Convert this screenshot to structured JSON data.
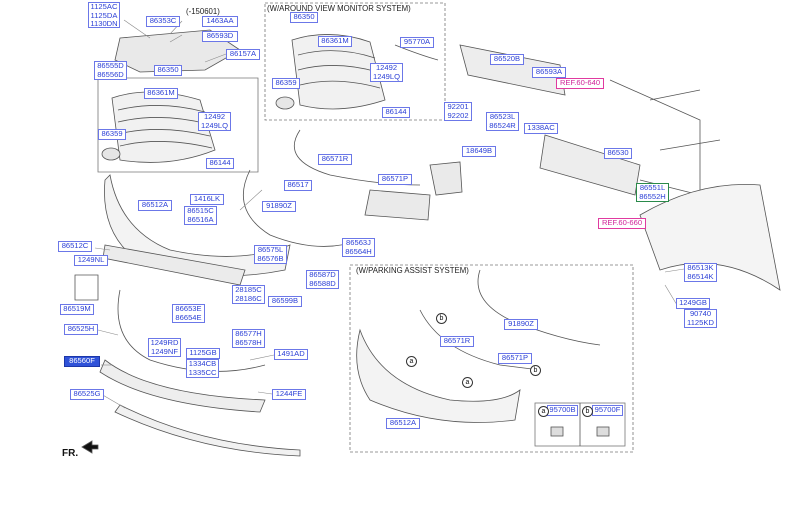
{
  "labels": [
    {
      "id": "l1125ac",
      "text": "1125AC\n1125DA\n1130DN"
    },
    {
      "id": "l86353c",
      "text": "86353C"
    },
    {
      "id": "l150601",
      "text": "(-150601)"
    },
    {
      "id": "l1463aa",
      "text": "1463AA"
    },
    {
      "id": "l86593d",
      "text": "86593D"
    },
    {
      "id": "l86157a",
      "text": "86157A"
    },
    {
      "id": "l86555d",
      "text": "86555D\n86556D"
    },
    {
      "id": "l86350a",
      "text": "86350"
    },
    {
      "id": "l86361m_a",
      "text": "86361M"
    },
    {
      "id": "l12492_a",
      "text": "12492\n1249LQ"
    },
    {
      "id": "l86359a",
      "text": "86359"
    },
    {
      "id": "l86144a",
      "text": "86144"
    },
    {
      "id": "l86350b",
      "text": "86350"
    },
    {
      "id": "l86361m_b",
      "text": "86361M"
    },
    {
      "id": "l95770a",
      "text": "95770A"
    },
    {
      "id": "l12492_b",
      "text": "12492\n1249LQ"
    },
    {
      "id": "l86359b",
      "text": "86359"
    },
    {
      "id": "l86144b",
      "text": "86144"
    },
    {
      "id": "l86520b",
      "text": "86520B"
    },
    {
      "id": "l86593a",
      "text": "86593A"
    },
    {
      "id": "lref1",
      "text": "REF.60-640"
    },
    {
      "id": "l92201",
      "text": "92201\n92202"
    },
    {
      "id": "l86523l",
      "text": "86523L\n86524R"
    },
    {
      "id": "l1338ac",
      "text": "1338AC"
    },
    {
      "id": "l86571r_a",
      "text": "86571R"
    },
    {
      "id": "l18649b",
      "text": "18649B"
    },
    {
      "id": "l86530",
      "text": "86530"
    },
    {
      "id": "l86517",
      "text": "86517"
    },
    {
      "id": "l86571p_a",
      "text": "86571P"
    },
    {
      "id": "l86551l",
      "text": "86551L\n86552H"
    },
    {
      "id": "lref2",
      "text": "REF.60-660"
    },
    {
      "id": "l86512a",
      "text": "86512A"
    },
    {
      "id": "l1416lk",
      "text": "1416LK"
    },
    {
      "id": "l86515c",
      "text": "86515C\n86516A"
    },
    {
      "id": "l91890z",
      "text": "91890Z"
    },
    {
      "id": "l86563j",
      "text": "86563J\n86564H"
    },
    {
      "id": "l86512c",
      "text": "86512C"
    },
    {
      "id": "l86575l",
      "text": "86575L\n86576B"
    },
    {
      "id": "l1249nl",
      "text": "1249NL"
    },
    {
      "id": "l86587d",
      "text": "86587D\n86588D"
    },
    {
      "id": "l28185c",
      "text": "28185C\n28186C"
    },
    {
      "id": "l86599b",
      "text": "86599B"
    },
    {
      "id": "l86519m",
      "text": "86519M"
    },
    {
      "id": "l86653e",
      "text": "86653E\n86654E"
    },
    {
      "id": "l86525h",
      "text": "86525H"
    },
    {
      "id": "l1249rd",
      "text": "1249RD\n1249NF"
    },
    {
      "id": "l86577h",
      "text": "86577H\n86578H"
    },
    {
      "id": "l1125gb",
      "text": "1125GB"
    },
    {
      "id": "l1491ad",
      "text": "1491AD"
    },
    {
      "id": "l86560f",
      "text": "86560F"
    },
    {
      "id": "l1334cb",
      "text": "1334CB\n1335CC"
    },
    {
      "id": "l86525g",
      "text": "86525G"
    },
    {
      "id": "l1244fe",
      "text": "1244FE"
    },
    {
      "id": "l86513k",
      "text": "86513K\n86514K"
    },
    {
      "id": "l1249gb",
      "text": "1249GB"
    },
    {
      "id": "l90740",
      "text": "90740\n1125KD"
    },
    {
      "id": "l91890z_b",
      "text": "91890Z"
    },
    {
      "id": "l86571r_b",
      "text": "86571R"
    },
    {
      "id": "l86571p_b",
      "text": "86571P"
    },
    {
      "id": "l86512a_b",
      "text": "86512A"
    },
    {
      "id": "l95700b",
      "text": "95700B"
    },
    {
      "id": "l95700f",
      "text": "95700F"
    }
  ],
  "view_titles": {
    "around_view": "(W/AROUND VIEW MONITOR SYSTEM)",
    "parking_assist": "(W/PARKING ASSIST SYSTEM)"
  },
  "callouts": {
    "a": "a",
    "b": "b"
  },
  "direction": {
    "text": "FR."
  },
  "colors": {
    "label_border": "#6b77e8",
    "label_text": "#2b3fd6",
    "selected_fill": "#2f52d8",
    "ref_text": "#d0249a"
  }
}
